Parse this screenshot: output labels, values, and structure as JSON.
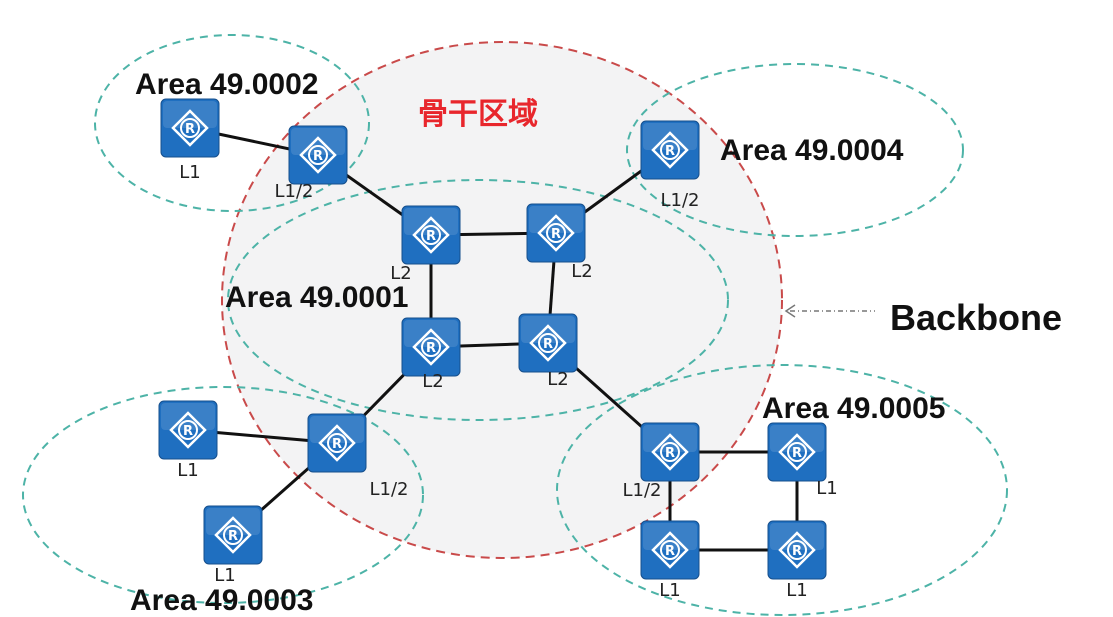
{
  "backbone": {
    "title_cn": "骨干区域",
    "label": "Backbone",
    "ring_color": "#c94a4a",
    "fill_color": "#f3f3f4"
  },
  "areas": [
    {
      "id": "a1",
      "label": "Area 49.0001"
    },
    {
      "id": "a2",
      "label": "Area 49.0002"
    },
    {
      "id": "a3",
      "label": "Area 49.0003"
    },
    {
      "id": "a4",
      "label": "Area 49.0004"
    },
    {
      "id": "a5",
      "label": "Area 49.0005"
    }
  ],
  "area_ring_color": "#4db3a7",
  "router_icon": "router-icon",
  "router_color": "#1f6fc0",
  "routers": [
    {
      "id": "r2a",
      "level": "L1"
    },
    {
      "id": "r2b",
      "level": "L1/2"
    },
    {
      "id": "r1a",
      "level": "L2"
    },
    {
      "id": "r1b",
      "level": "L2"
    },
    {
      "id": "r1c",
      "level": "L2"
    },
    {
      "id": "r1d",
      "level": "L2"
    },
    {
      "id": "r4a",
      "level": "L1/2"
    },
    {
      "id": "r3a",
      "level": "L1"
    },
    {
      "id": "r3b",
      "level": "L1/2"
    },
    {
      "id": "r3c",
      "level": "L1"
    },
    {
      "id": "r5a",
      "level": "L1/2"
    },
    {
      "id": "r5b",
      "level": "L1"
    },
    {
      "id": "r5c",
      "level": "L1"
    },
    {
      "id": "r5d",
      "level": "L1"
    }
  ],
  "links": [
    [
      "r2a",
      "r2b"
    ],
    [
      "r2b",
      "r1a"
    ],
    [
      "r1a",
      "r1b"
    ],
    [
      "r1a",
      "r1c"
    ],
    [
      "r1b",
      "r1d"
    ],
    [
      "r1c",
      "r1d"
    ],
    [
      "r1b",
      "r4a"
    ],
    [
      "r1c",
      "r3b"
    ],
    [
      "r3a",
      "r3b"
    ],
    [
      "r3b",
      "r3c"
    ],
    [
      "r1d",
      "r5a"
    ],
    [
      "r5a",
      "r5b"
    ],
    [
      "r5a",
      "r5c"
    ],
    [
      "r5b",
      "r5d"
    ],
    [
      "r5c",
      "r5d"
    ]
  ]
}
